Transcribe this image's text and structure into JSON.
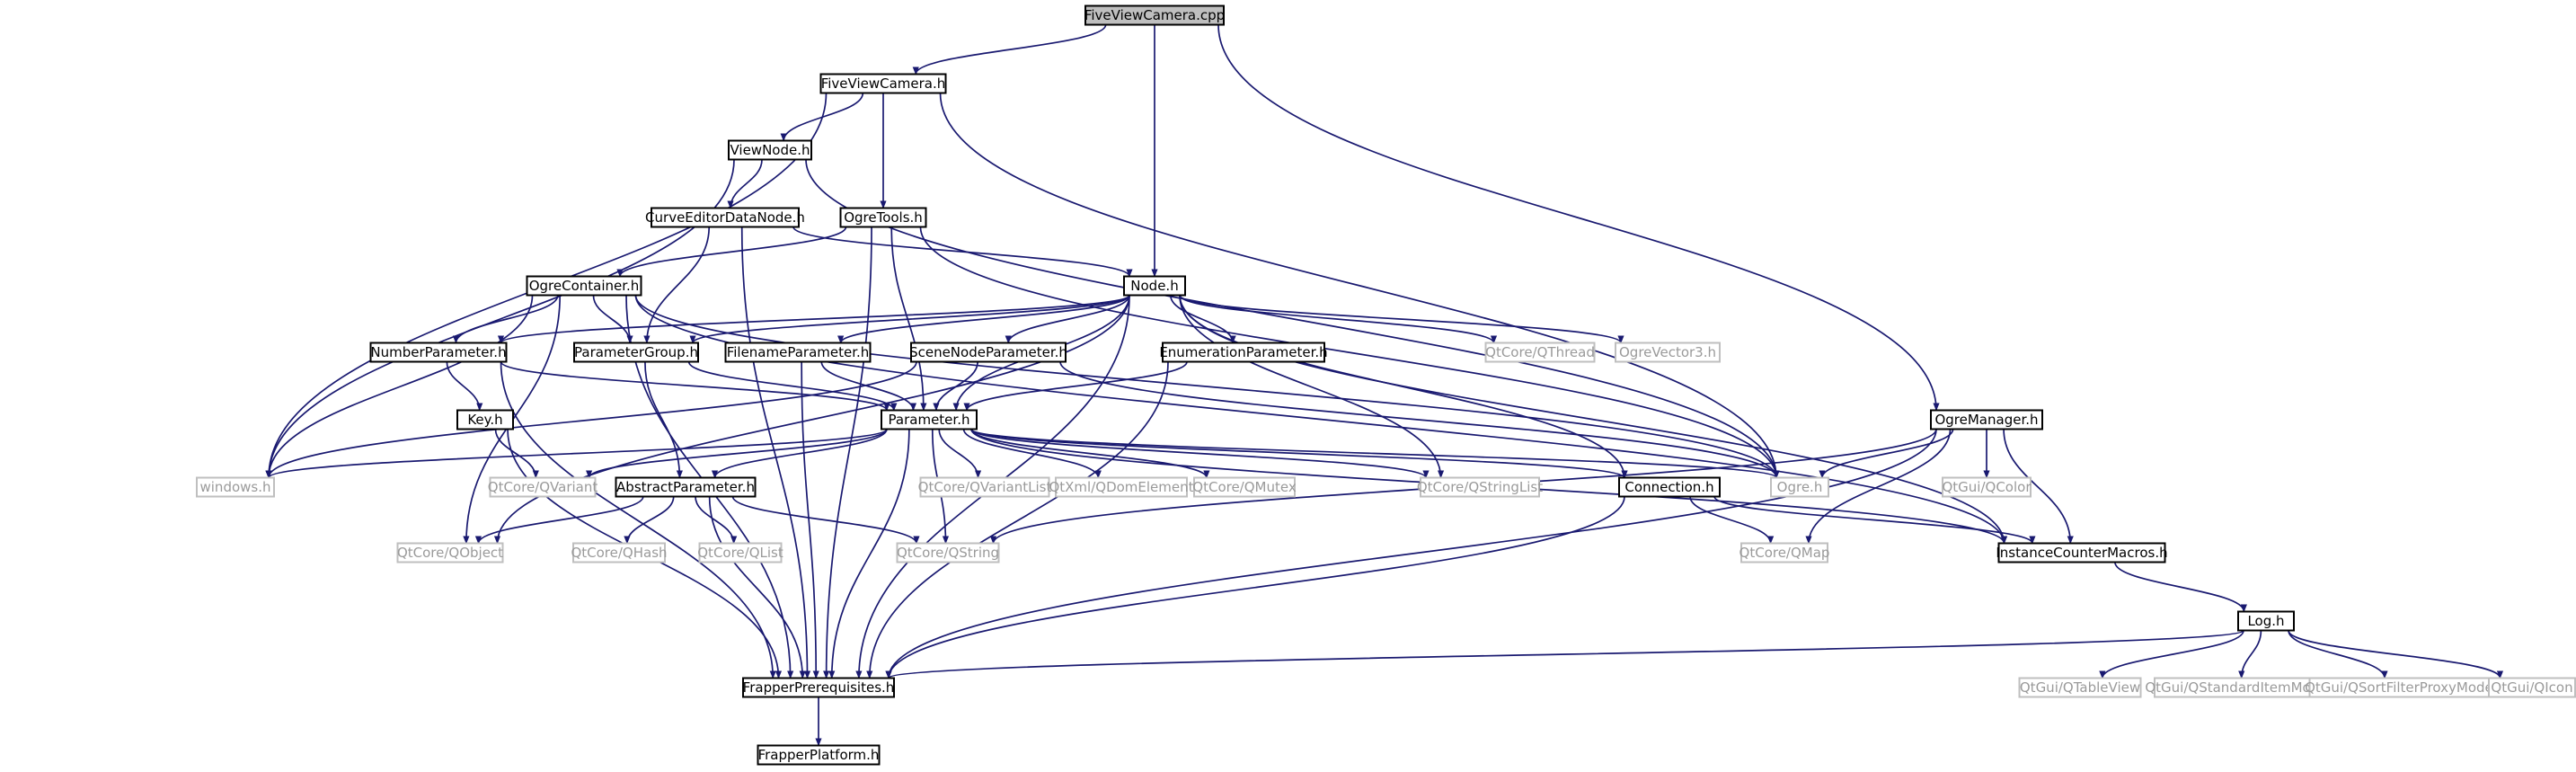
{
  "diagram": {
    "style": {
      "background": "#ffffff",
      "root_fill": "#bfbfbf",
      "node_stroke_documented": "#000000",
      "node_stroke_undocumented": "#bfbfbf",
      "text_documented": "#000000",
      "text_undocumented": "#9a9a9a",
      "edge_color": "#191970"
    },
    "nodes": [
      {
        "id": "fvc_cpp",
        "label": "FiveViewCamera.cpp",
        "kind": "root"
      },
      {
        "id": "fvc_h",
        "label": "FiveViewCamera.h",
        "kind": "doc"
      },
      {
        "id": "viewnode",
        "label": "ViewNode.h",
        "kind": "doc"
      },
      {
        "id": "ogretools",
        "label": "OgreTools.h",
        "kind": "doc"
      },
      {
        "id": "curveeditor",
        "label": "CurveEditorDataNode.h",
        "kind": "doc"
      },
      {
        "id": "node",
        "label": "Node.h",
        "kind": "doc"
      },
      {
        "id": "ogrecontainer",
        "label": "OgreContainer.h",
        "kind": "doc"
      },
      {
        "id": "numberparam",
        "label": "NumberParameter.h",
        "kind": "doc"
      },
      {
        "id": "paramgroup",
        "label": "ParameterGroup.h",
        "kind": "doc"
      },
      {
        "id": "filenameparam",
        "label": "FilenameParameter.h",
        "kind": "doc"
      },
      {
        "id": "scenenodeparam",
        "label": "SceneNodeParameter.h",
        "kind": "doc"
      },
      {
        "id": "enumparam",
        "label": "EnumerationParameter.h",
        "kind": "doc"
      },
      {
        "id": "qthread",
        "label": "QtCore/QThread",
        "kind": "ext"
      },
      {
        "id": "ogrevector3",
        "label": "OgreVector3.h",
        "kind": "ext"
      },
      {
        "id": "key",
        "label": "Key.h",
        "kind": "doc"
      },
      {
        "id": "parameter",
        "label": "Parameter.h",
        "kind": "doc"
      },
      {
        "id": "ogremanager",
        "label": "OgreManager.h",
        "kind": "doc"
      },
      {
        "id": "windows",
        "label": "windows.h",
        "kind": "ext"
      },
      {
        "id": "qvariant",
        "label": "QtCore/QVariant",
        "kind": "ext"
      },
      {
        "id": "abstractparam",
        "label": "AbstractParameter.h",
        "kind": "doc"
      },
      {
        "id": "qvariantlist",
        "label": "QtCore/QVariantList",
        "kind": "ext"
      },
      {
        "id": "qdomelement",
        "label": "QtXml/QDomElement",
        "kind": "ext"
      },
      {
        "id": "qmutex",
        "label": "QtCore/QMutex",
        "kind": "ext"
      },
      {
        "id": "qstringlist",
        "label": "QtCore/QStringList",
        "kind": "ext"
      },
      {
        "id": "connection",
        "label": "Connection.h",
        "kind": "doc"
      },
      {
        "id": "ogre",
        "label": "Ogre.h",
        "kind": "ext"
      },
      {
        "id": "qcolor",
        "label": "QtGui/QColor",
        "kind": "ext"
      },
      {
        "id": "qobject",
        "label": "QtCore/QObject",
        "kind": "ext"
      },
      {
        "id": "qhash",
        "label": "QtCore/QHash",
        "kind": "ext"
      },
      {
        "id": "qlist",
        "label": "QtCore/QList",
        "kind": "ext"
      },
      {
        "id": "qstring",
        "label": "QtCore/QString",
        "kind": "ext"
      },
      {
        "id": "qmap",
        "label": "QtCore/QMap",
        "kind": "ext"
      },
      {
        "id": "instancecounter",
        "label": "InstanceCounterMacros.h",
        "kind": "doc"
      },
      {
        "id": "log",
        "label": "Log.h",
        "kind": "doc"
      },
      {
        "id": "frapperprereq",
        "label": "FrapperPrerequisites.h",
        "kind": "doc"
      },
      {
        "id": "qtableview",
        "label": "QtGui/QTableView",
        "kind": "ext"
      },
      {
        "id": "qstditemmodel",
        "label": "QtGui/QStandardItemModel",
        "kind": "ext"
      },
      {
        "id": "qsortfilter",
        "label": "QtGui/QSortFilterProxyModel",
        "kind": "ext"
      },
      {
        "id": "qicon",
        "label": "QtGui/QIcon",
        "kind": "ext"
      },
      {
        "id": "frapperplatform",
        "label": "FrapperPlatform.h",
        "kind": "doc"
      }
    ],
    "edges": [
      [
        "fvc_cpp",
        "fvc_h"
      ],
      [
        "fvc_cpp",
        "node"
      ],
      [
        "fvc_cpp",
        "ogremanager"
      ],
      [
        "fvc_h",
        "viewnode"
      ],
      [
        "fvc_h",
        "ogretools"
      ],
      [
        "fvc_h",
        "windows"
      ],
      [
        "fvc_h",
        "ogre"
      ],
      [
        "viewnode",
        "curveeditor"
      ],
      [
        "viewnode",
        "windows"
      ],
      [
        "viewnode",
        "ogre"
      ],
      [
        "curveeditor",
        "node"
      ],
      [
        "curveeditor",
        "paramgroup"
      ],
      [
        "curveeditor",
        "frapperprereq"
      ],
      [
        "ogretools",
        "ogrecontainer"
      ],
      [
        "ogretools",
        "parameter"
      ],
      [
        "ogretools",
        "ogre"
      ],
      [
        "ogretools",
        "frapperprereq"
      ],
      [
        "node",
        "numberparam"
      ],
      [
        "node",
        "paramgroup"
      ],
      [
        "node",
        "filenameparam"
      ],
      [
        "node",
        "scenenodeparam"
      ],
      [
        "node",
        "enumparam"
      ],
      [
        "node",
        "qthread"
      ],
      [
        "node",
        "ogrevector3"
      ],
      [
        "node",
        "parameter"
      ],
      [
        "node",
        "connection"
      ],
      [
        "node",
        "qstringlist"
      ],
      [
        "node",
        "qobject"
      ],
      [
        "node",
        "instancecounter"
      ],
      [
        "node",
        "frapperprereq"
      ],
      [
        "ogrecontainer",
        "numberparam"
      ],
      [
        "ogrecontainer",
        "paramgroup"
      ],
      [
        "ogrecontainer",
        "windows"
      ],
      [
        "ogrecontainer",
        "qobject"
      ],
      [
        "ogrecontainer",
        "ogre"
      ],
      [
        "ogrecontainer",
        "instancecounter"
      ],
      [
        "ogrecontainer",
        "frapperprereq"
      ],
      [
        "numberparam",
        "key"
      ],
      [
        "numberparam",
        "parameter"
      ],
      [
        "numberparam",
        "frapperprereq"
      ],
      [
        "paramgroup",
        "parameter"
      ],
      [
        "paramgroup",
        "abstractparam"
      ],
      [
        "filenameparam",
        "parameter"
      ],
      [
        "filenameparam",
        "frapperprereq"
      ],
      [
        "scenenodeparam",
        "parameter"
      ],
      [
        "scenenodeparam",
        "windows"
      ],
      [
        "scenenodeparam",
        "ogre"
      ],
      [
        "enumparam",
        "parameter"
      ],
      [
        "enumparam",
        "frapperprereq"
      ],
      [
        "key",
        "qvariant"
      ],
      [
        "key",
        "frapperprereq"
      ],
      [
        "parameter",
        "windows"
      ],
      [
        "parameter",
        "qvariant"
      ],
      [
        "parameter",
        "abstractparam"
      ],
      [
        "parameter",
        "qvariantlist"
      ],
      [
        "parameter",
        "qdomelement"
      ],
      [
        "parameter",
        "qmutex"
      ],
      [
        "parameter",
        "qstringlist"
      ],
      [
        "parameter",
        "connection"
      ],
      [
        "parameter",
        "ogre"
      ],
      [
        "parameter",
        "qstring"
      ],
      [
        "parameter",
        "instancecounter"
      ],
      [
        "parameter",
        "frapperprereq"
      ],
      [
        "abstractparam",
        "qobject"
      ],
      [
        "abstractparam",
        "qhash"
      ],
      [
        "abstractparam",
        "qlist"
      ],
      [
        "abstractparam",
        "qstring"
      ],
      [
        "abstractparam",
        "frapperprereq"
      ],
      [
        "ogremanager",
        "ogre"
      ],
      [
        "ogremanager",
        "qcolor"
      ],
      [
        "ogremanager",
        "qstring"
      ],
      [
        "ogremanager",
        "qmap"
      ],
      [
        "ogremanager",
        "instancecounter"
      ],
      [
        "ogremanager",
        "frapperprereq"
      ],
      [
        "connection",
        "qmap"
      ],
      [
        "connection",
        "instancecounter"
      ],
      [
        "connection",
        "frapperprereq"
      ],
      [
        "instancecounter",
        "log"
      ],
      [
        "log",
        "frapperprereq"
      ],
      [
        "log",
        "qtableview"
      ],
      [
        "log",
        "qstditemmodel"
      ],
      [
        "log",
        "qsortfilter"
      ],
      [
        "log",
        "qicon"
      ],
      [
        "frapperprereq",
        "frapperplatform"
      ]
    ]
  }
}
